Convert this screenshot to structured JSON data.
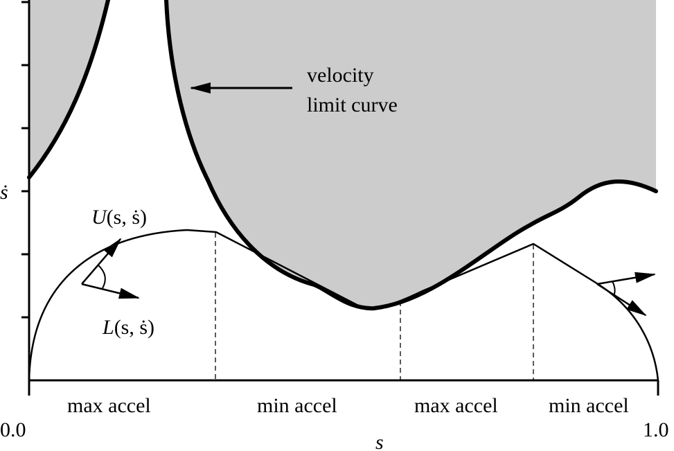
{
  "colors": {
    "infeasible_region": "#cccccc",
    "curves": "#000000",
    "background": "#ffffff"
  },
  "axes": {
    "x_label": "s",
    "y_label": "ṡ",
    "x_start": "0.0",
    "x_end": "1.0"
  },
  "annotations": {
    "vlc_line1": "velocity",
    "vlc_line2": "limit curve",
    "upper_label_name": "U",
    "upper_label_args": "(s, ṡ)",
    "lower_label_name": "L",
    "lower_label_args": "(s, ṡ)"
  },
  "segments": [
    {
      "label": "max accel"
    },
    {
      "label": "min accel"
    },
    {
      "label": "max accel"
    },
    {
      "label": "min accel"
    }
  ]
}
